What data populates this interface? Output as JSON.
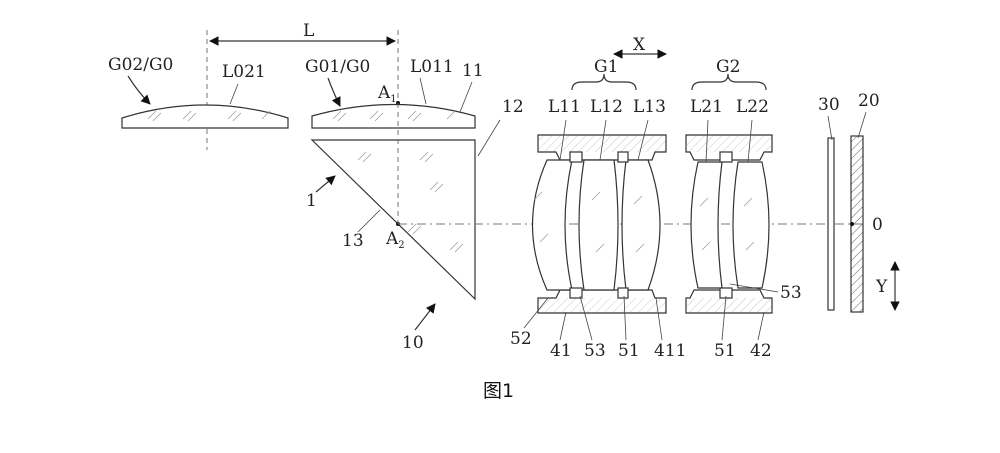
{
  "caption": "图1",
  "dimension": {
    "label": "L"
  },
  "direction_labels": {
    "x": "X",
    "y": "Y"
  },
  "labels": {
    "g02_g0": "G02/G0",
    "l021": "L021",
    "g01_g0": "G01/G0",
    "a1": "A",
    "a1_sub": "1",
    "l011": "L011",
    "n11": "11",
    "n12": "12",
    "n1": "1",
    "n13": "13",
    "a2": "A",
    "a2_sub": "2",
    "n10": "10",
    "g1": "G1",
    "l11": "L11",
    "l12": "L12",
    "l13": "L13",
    "g2": "G2",
    "l21": "L21",
    "l22": "L22",
    "n52": "52",
    "n41": "41",
    "n53a": "53",
    "n51a": "51",
    "n411": "411",
    "n51b": "51",
    "n42": "42",
    "n53b": "53",
    "n30": "30",
    "n20": "20",
    "o": "0"
  }
}
